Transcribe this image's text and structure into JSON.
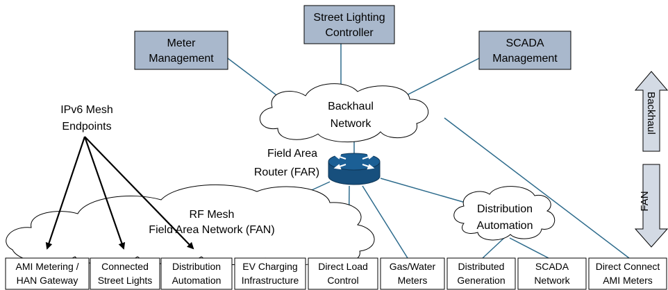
{
  "servers": {
    "meter": [
      "Meter",
      "Management"
    ],
    "street": [
      "Street Lighting",
      "Controller"
    ],
    "scada": [
      "SCADA",
      "Management"
    ]
  },
  "backhaul_cloud": [
    "Backhaul",
    "Network"
  ],
  "mesh_endpoints": [
    "IPv6 Mesh",
    "Endpoints"
  ],
  "router_label": [
    "Field Area",
    "Router (FAR)"
  ],
  "rf_mesh": [
    "RF  Mesh",
    "Field Area Network (FAN)"
  ],
  "dist_cloud": [
    "Distribution",
    "Automation"
  ],
  "arrows": {
    "backhaul": "Backhaul",
    "fan": "FAN"
  },
  "endpoints": [
    [
      "AMI Metering /",
      "HAN Gateway"
    ],
    [
      "Connected",
      "Street Lights"
    ],
    [
      "Distribution",
      "Automation"
    ],
    [
      "EV Charging",
      "Infrastructure"
    ],
    [
      "Direct Load",
      "Control"
    ],
    [
      "Gas/Water",
      "Meters"
    ],
    [
      "Distributed",
      "Generation"
    ],
    [
      "SCADA",
      "Network"
    ],
    [
      "Direct Connect",
      "AMI Meters"
    ]
  ],
  "colors": {
    "server_fill": "#a9b8cc",
    "arrow_fill": "#d3dae4",
    "router_fill": "#1b5f95",
    "line": "#2d6b8c"
  }
}
